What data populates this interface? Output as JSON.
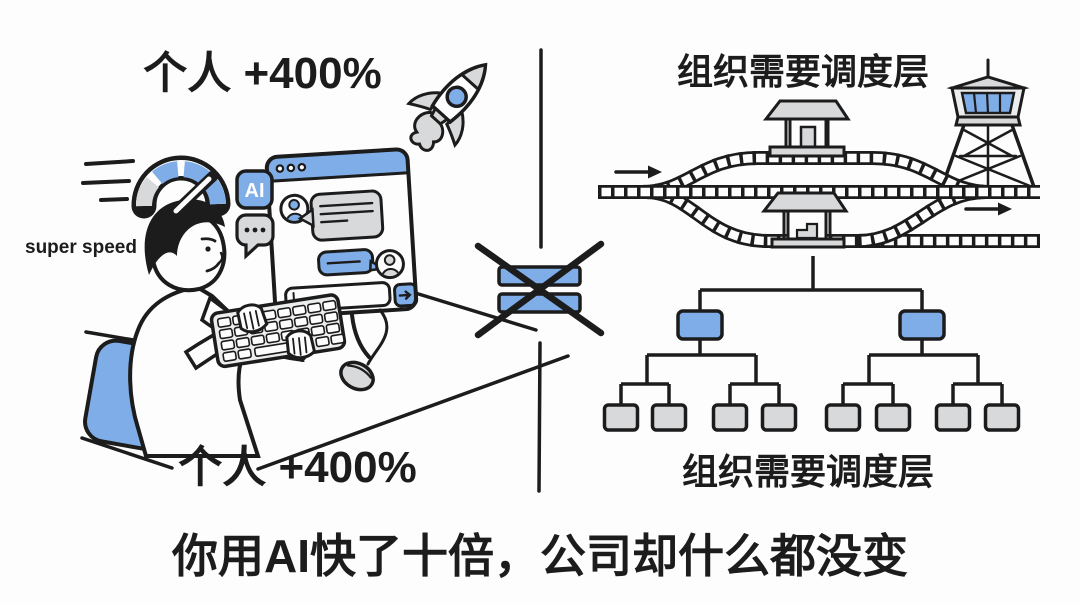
{
  "theme": {
    "paper": "#fdfdfd",
    "ink": "#1c1c1c",
    "accent_blue": "#7fade8",
    "fill_gray": "#d8d9da",
    "fill_light": "#eceded"
  },
  "left_panel": {
    "top_label": "个人 +400%",
    "bottom_label": "个人 +400%",
    "super_speed_label": "super speed",
    "ai_badge": "AI",
    "icons": [
      "rocket-icon",
      "speedometer-icon",
      "speed-lines-icon",
      "ai-chip-icon",
      "ellipsis-bubble-icon",
      "monitor-chat-window",
      "keyboard",
      "mouse",
      "typing-person"
    ]
  },
  "divider": {
    "symbol": "not-equal-crossed-out"
  },
  "right_panel": {
    "top_label": "组织需要调度层",
    "bottom_label": "组织需要调度层",
    "icons": [
      "railway-passing-loop",
      "station-building",
      "control-tower-icon",
      "arrow-right-icon",
      "org-chart"
    ],
    "org_chart": {
      "manager_nodes": 2,
      "worker_nodes": 8,
      "manager_color": "#7fade8",
      "worker_color": "#d8d9da"
    }
  },
  "caption": "你用AI快了十倍，公司却什么都没变"
}
